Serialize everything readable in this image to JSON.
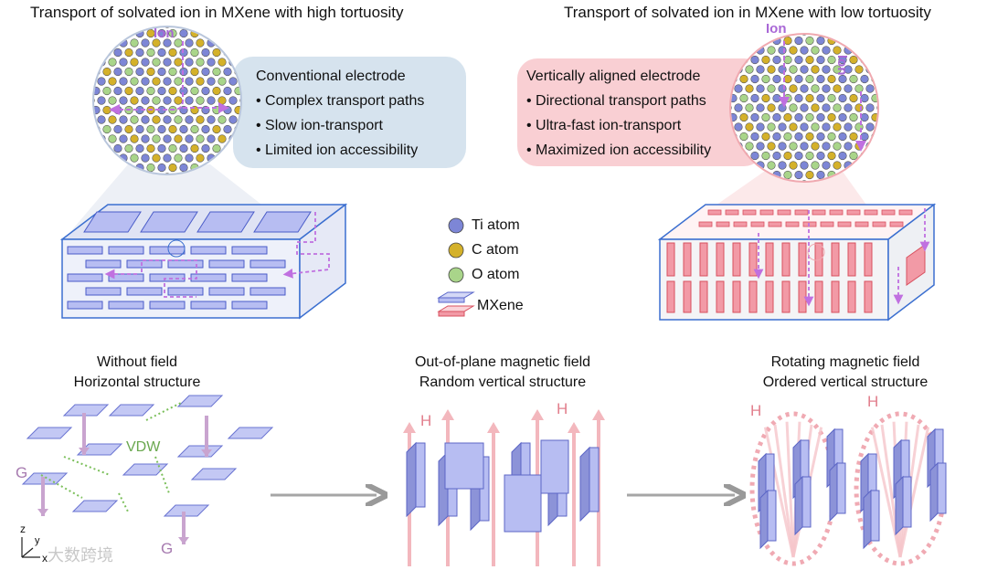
{
  "top_left": {
    "title": "Transport of solvated ion in MXene with high tortuosity",
    "ion_label": "Ion",
    "box_title": "Conventional electrode",
    "bullets": [
      "• Complex transport paths",
      "• Slow ion-transport",
      "• Limited ion accessibility"
    ]
  },
  "top_right": {
    "title": "Transport of solvated ion in MXene with low tortuosity",
    "ion_label_1": "Ion",
    "ion_label_2": "Ion",
    "box_title": "Vertically aligned electrode",
    "bullets": [
      "• Directional transport paths",
      "• Ultra-fast ion-transport",
      "• Maximized ion accessibility"
    ]
  },
  "legend": {
    "ti": "Ti atom",
    "c": "C atom",
    "o": "O atom",
    "mxene": "MXene"
  },
  "bottom": {
    "left_caption_1": "Without field",
    "left_caption_2": "Horizontal structure",
    "mid_caption_1": "Out-of-plane magnetic field",
    "mid_caption_2": "Random vertical structure",
    "right_caption_1": "Rotating magnetic field",
    "right_caption_2": "Ordered vertical structure",
    "vdw": "VDW",
    "g1": "G",
    "g2": "G",
    "h1": "H",
    "h2": "H",
    "h3": "H",
    "h4": "H",
    "axis_z": "z",
    "axis_y": "y",
    "axis_x": "x"
  },
  "watermark": "大数跨境",
  "colors": {
    "ti": "#7d86d6",
    "c": "#d4b12a",
    "o": "#a9d58a",
    "mxene_blue": "#b7bdf2",
    "mxene_red": "#f29aa6",
    "ion_path": "#c070e0",
    "field_arrow": "#f3b7bd",
    "gravity_arrow": "#c9a4cf",
    "vdw": "#7bbf5a"
  }
}
